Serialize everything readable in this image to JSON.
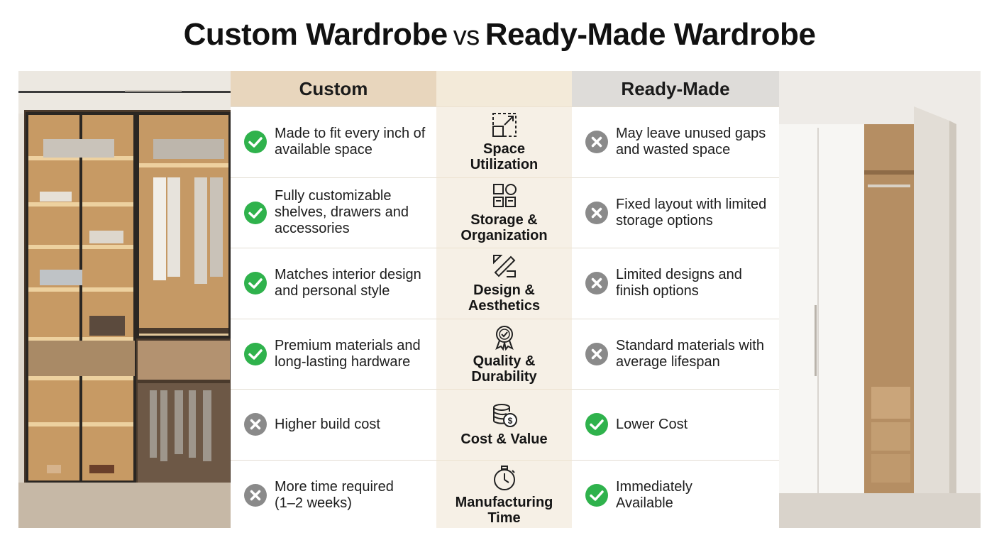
{
  "title": {
    "part1": "Custom Wardrobe",
    "vs": "vs",
    "part2": "Ready-Made Wardrobe"
  },
  "columns": {
    "custom": "Custom",
    "ready": "Ready-Made"
  },
  "colors": {
    "check": "#2fb24c",
    "cross": "#8a8a8a",
    "custom_header": "#e8d6bd",
    "ready_header": "#dedcd9",
    "middle_bg": "#f6f0e6"
  },
  "rows": [
    {
      "category": [
        "Space",
        "Utilization"
      ],
      "category_icon": "resize-icon",
      "custom": {
        "status": "check",
        "lines": [
          "Made to fit every inch of",
          "available space"
        ]
      },
      "ready": {
        "status": "cross",
        "lines": [
          "May leave unused gaps",
          "and wasted space"
        ]
      }
    },
    {
      "category": [
        "Storage &",
        "Organization"
      ],
      "category_icon": "shapes-grid-icon",
      "custom": {
        "status": "check",
        "lines": [
          "Fully customizable",
          "shelves, drawers and",
          "accessories"
        ]
      },
      "ready": {
        "status": "cross",
        "lines": [
          "Fixed layout with limited",
          "storage options"
        ]
      }
    },
    {
      "category": [
        "Design &",
        "Aesthetics"
      ],
      "category_icon": "design-tools-icon",
      "custom": {
        "status": "check",
        "lines": [
          "Matches interior design",
          "and personal style"
        ]
      },
      "ready": {
        "status": "cross",
        "lines": [
          "Limited designs and",
          "finish options"
        ]
      }
    },
    {
      "category": [
        "Quality &",
        "Durability"
      ],
      "category_icon": "quality-badge-icon",
      "custom": {
        "status": "check",
        "lines": [
          "Premium materials and",
          "long-lasting hardware"
        ]
      },
      "ready": {
        "status": "cross",
        "lines": [
          "Standard materials with",
          "average lifespan"
        ]
      }
    },
    {
      "category": [
        "Cost & Value"
      ],
      "category_icon": "coins-icon",
      "custom": {
        "status": "cross",
        "lines": [
          "Higher build cost"
        ]
      },
      "ready": {
        "status": "check",
        "lines": [
          "Lower Cost"
        ]
      }
    },
    {
      "category": [
        "Manufacturing",
        "Time"
      ],
      "category_icon": "stopwatch-icon",
      "custom": {
        "status": "cross",
        "lines": [
          "More time required",
          "(1–2 weeks)"
        ]
      },
      "ready": {
        "status": "check",
        "lines": [
          "Immediately",
          "Available"
        ]
      }
    }
  ]
}
